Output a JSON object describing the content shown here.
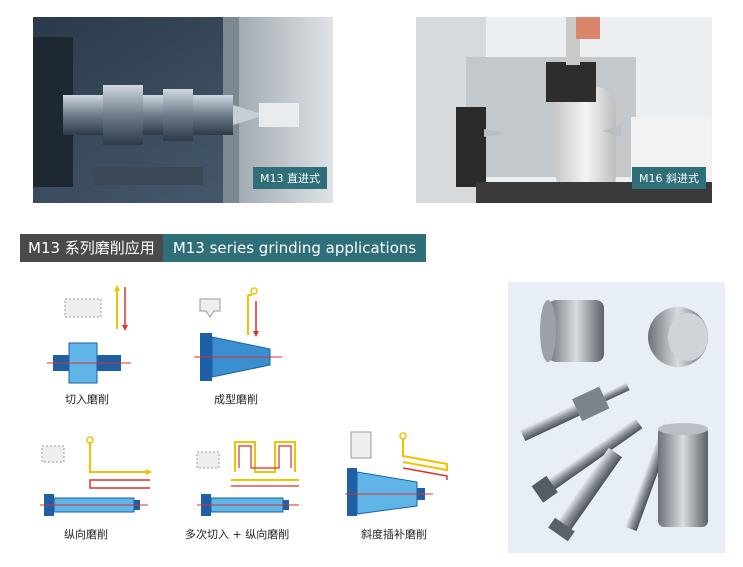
{
  "photos": [
    {
      "caption": "M13 直进式"
    },
    {
      "caption": "M16 斜进式"
    }
  ],
  "section": {
    "title_zh": "M13 系列磨削应用",
    "title_en": "M13 series grinding applications"
  },
  "diagrams": [
    {
      "label": "切入磨削"
    },
    {
      "label": "成型磨削"
    },
    {
      "label": "纵向磨削"
    },
    {
      "label": "多次切入 + 纵向磨削"
    },
    {
      "label": "斜度插补磨削"
    }
  ],
  "colors": {
    "accent": "#2f6f7a",
    "dark": "#4a4a4a",
    "workpiece_blue": "#3a8fd0",
    "path_yellow": "#f2c200",
    "path_red": "#d9322b"
  }
}
